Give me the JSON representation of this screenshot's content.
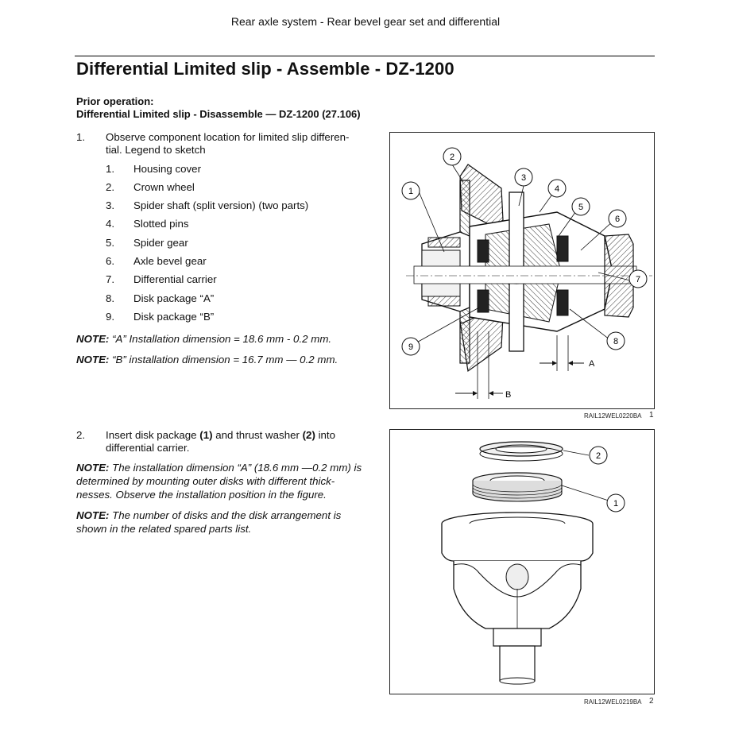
{
  "header": "Rear axle system - Rear bevel gear set and differential",
  "title": "Differential Limited slip - Assemble - DZ-1200",
  "prior_operation": {
    "label": "Prior operation:",
    "text": "Differential Limited slip - Disassemble — DZ-1200 (27.106)"
  },
  "step1": {
    "number": "1.",
    "line1": "Observe component location for limited slip differen-",
    "line2": "tial.  Legend to sketch",
    "legend": [
      {
        "n": "1.",
        "label": "Housing cover"
      },
      {
        "n": "2.",
        "label": "Crown wheel"
      },
      {
        "n": "3.",
        "label": "Spider shaft (split version) (two parts)"
      },
      {
        "n": "4.",
        "label": "Slotted pins"
      },
      {
        "n": "5.",
        "label": "Spider gear"
      },
      {
        "n": "6.",
        "label": "Axle bevel gear"
      },
      {
        "n": "7.",
        "label": "Differential carrier"
      },
      {
        "n": "8.",
        "label": "Disk package “A”"
      },
      {
        "n": "9.",
        "label": "Disk package “B”"
      }
    ],
    "note_a_label": "NOTE:",
    "note_a_text": " “A” Installation dimension = 18.6 mm - 0.2 mm.",
    "note_b_label": "NOTE:",
    "note_b_text": " “B” installation dimension = 16.7 mm — 0.2 mm."
  },
  "step2": {
    "number": "2.",
    "line1_a": "Insert disk package ",
    "line1_b": "(1)",
    "line1_c": " and thrust washer ",
    "line1_d": "(2)",
    "line1_e": " into",
    "line2": "differential carrier.",
    "note1_label": "NOTE:",
    "note1_text": " The installation dimension “A” (18.6 mm —0.2 mm) is determined by mounting outer disks with different thick- nesses.  Observe the installation position in the figure.",
    "note2_label": "NOTE:",
    "note2_text": " The number of disks and the disk arrangement is shown in the related spared parts list."
  },
  "figure1": {
    "callouts": [
      "1",
      "2",
      "3",
      "4",
      "5",
      "6",
      "7",
      "8",
      "9"
    ],
    "dim_a": "A",
    "dim_b": "B",
    "caption": "RAIL12WEL0220BA",
    "number": "1"
  },
  "figure2": {
    "callouts": [
      "2",
      "1"
    ],
    "caption": "RAIL12WEL0219BA",
    "number": "2"
  }
}
